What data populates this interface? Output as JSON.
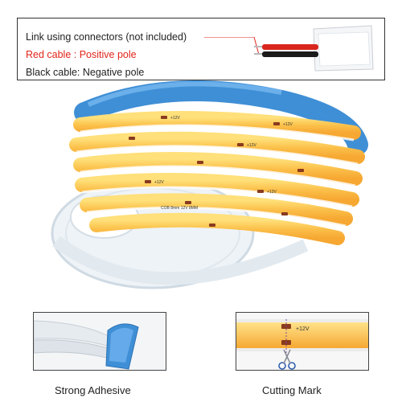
{
  "info": {
    "line1": "Link using connectors (not included)",
    "line2_prefix": "Red cable : Positive pole",
    "line3": "Black cable: Negative pole"
  },
  "strip_labels": {
    "voltage": "+12V",
    "print": "COB 8mm 12V 8MM"
  },
  "features": {
    "adhesive": "Strong Adhesive",
    "cutting": "Cutting Mark"
  },
  "colors": {
    "led_yellow": "#fbc04a",
    "tape_blue": "#3f8fd6",
    "red_text": "#e1251b",
    "copper": "#8a3a1e",
    "reel_white": "#eaf1f6"
  },
  "icons": [
    "scissors-icon",
    "cable-icon"
  ]
}
